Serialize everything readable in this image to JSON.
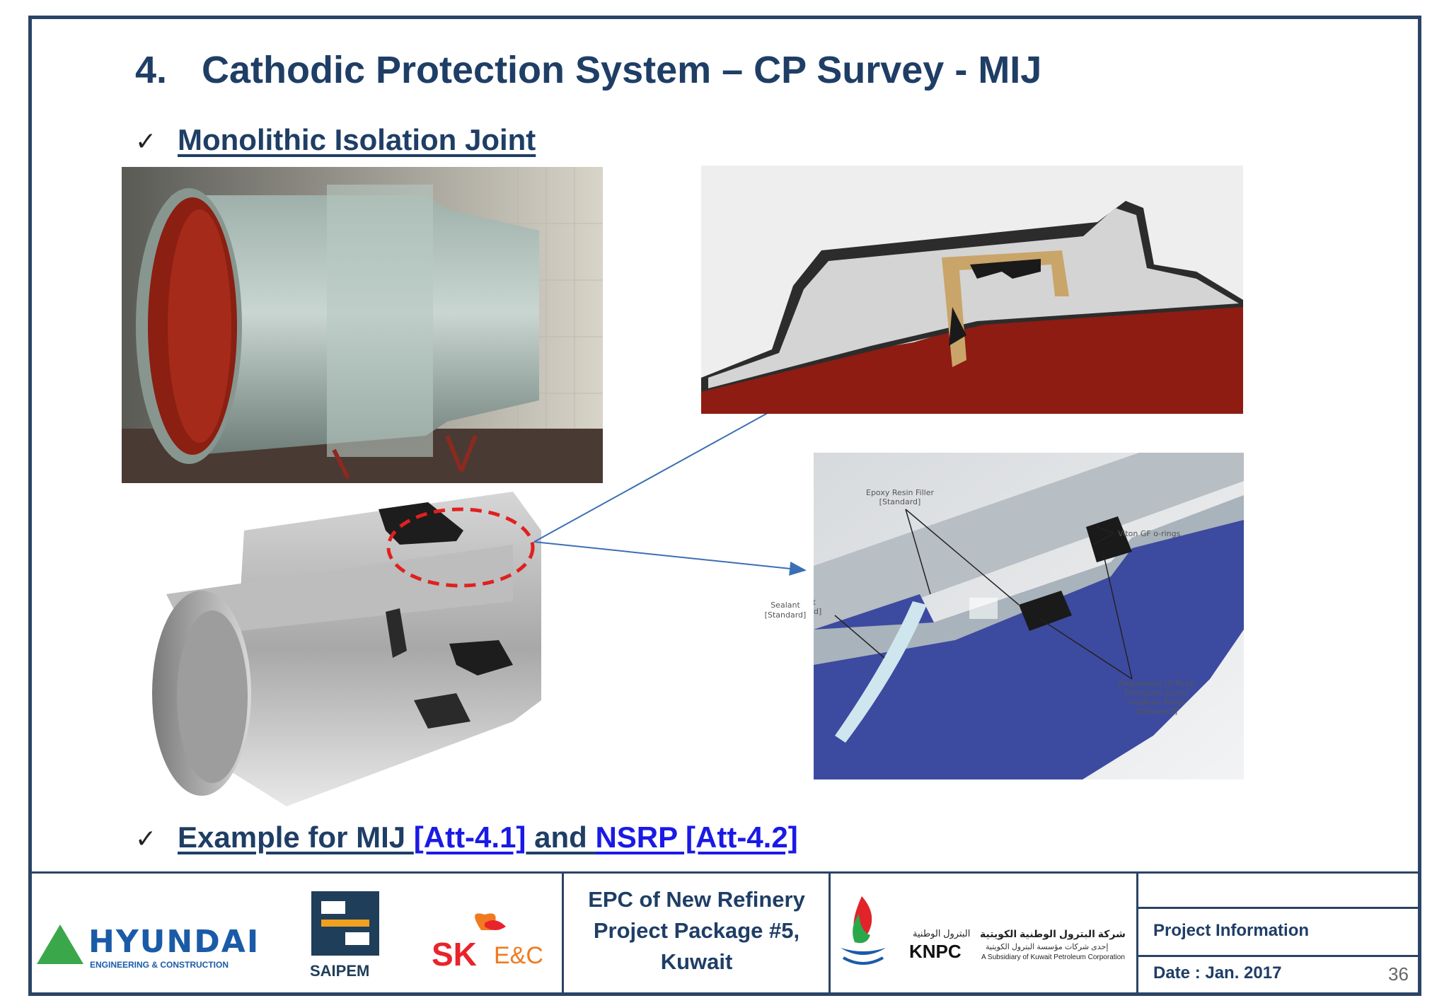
{
  "slide": {
    "title_number": "4.",
    "title": "Cathodic Protection System – CP Survey - MIJ",
    "bullet1": "Monolithic Isolation Joint",
    "bullet2": {
      "text_a": "Example for MIJ ",
      "link_a": "[Att-4.1]",
      "text_b": " and ",
      "link_b": "NSRP [Att-4.2]"
    },
    "diagram_labels": {
      "epoxy_line1": "Epoxy Resin Filler",
      "epoxy_line2": "[Standard]",
      "viton": "Viton GF o-rings",
      "sealant_line1": "Sealant",
      "sealant_line2": "[Standard]",
      "rings_line1": "Proprietary Hi-Temp",
      "rings_line2": "Fiberglass Epoxy",
      "rings_line3": "Isolation Rings",
      "rings_line4": "[Standard]"
    }
  },
  "footer": {
    "hyundai_name": "HYUNDAI",
    "hyundai_sub": "ENGINEERING & CONSTRUCTION",
    "saipem": "SAIPEM",
    "sk": "SK",
    "ec": "E&C",
    "project_line1": "EPC of New Refinery",
    "project_line2": "Project Package #5,",
    "project_line3": "Kuwait",
    "knpc": "KNPC",
    "knpc_arabic_short": "البترول الوطنية",
    "knpc_arabic_full": "شركة البترول الوطنية الكويتية",
    "knpc_arabic_sub": "إحدى شركات مؤسسة البترول الكويتية",
    "knpc_subsidiary": "A Subsidiary of Kuwait Petroleum Corporation",
    "project_information": "Project Information",
    "date": "Date : Jan. 2017",
    "page_number": "36"
  },
  "colors": {
    "title": "#1f3e66",
    "frame": "#2a4466",
    "link": "#1a1ae6",
    "highlight_circle": "#e02020",
    "arrow": "#3b6fb5"
  }
}
